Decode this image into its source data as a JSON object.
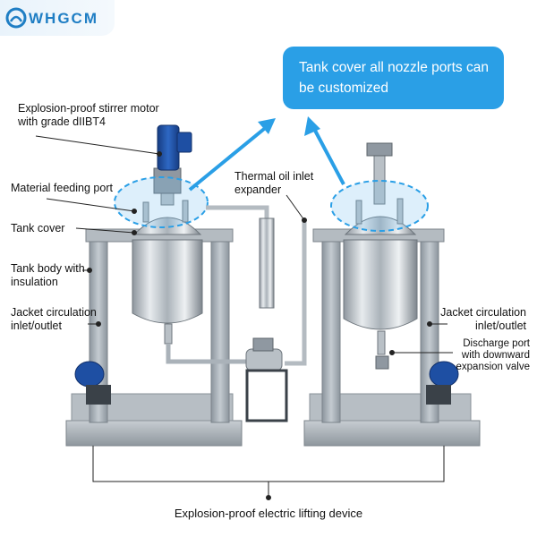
{
  "brand": {
    "name": "WHGCM",
    "color": "#1f7ec4"
  },
  "callout": {
    "text": "Tank cover all nozzle ports can be customized",
    "color": "#2a9fe6"
  },
  "labels": {
    "stirrer_motor": "Explosion-proof stirrer motor with grade dIIBT4",
    "material_feeding": "Material feeding port",
    "tank_cover": "Tank cover",
    "tank_body": "Tank body with insulation",
    "jacket_left": "Jacket circulation inlet/outlet",
    "thermal_oil": "Thermal oil inlet expander",
    "jacket_right": "Jacket circulation inlet/outlet",
    "discharge_port": "Discharge port with downward expansion valve",
    "lifting_device": "Explosion-proof electric lifting device"
  },
  "colors": {
    "arrow": "#2a9fe6",
    "motor_blue": "#1e4fa3",
    "frame_gray": "#9aa3ab",
    "steel": "#c9ced3"
  },
  "icons": [
    "logo-mark-icon",
    "arrow-left-icon",
    "arrow-right-icon"
  ]
}
